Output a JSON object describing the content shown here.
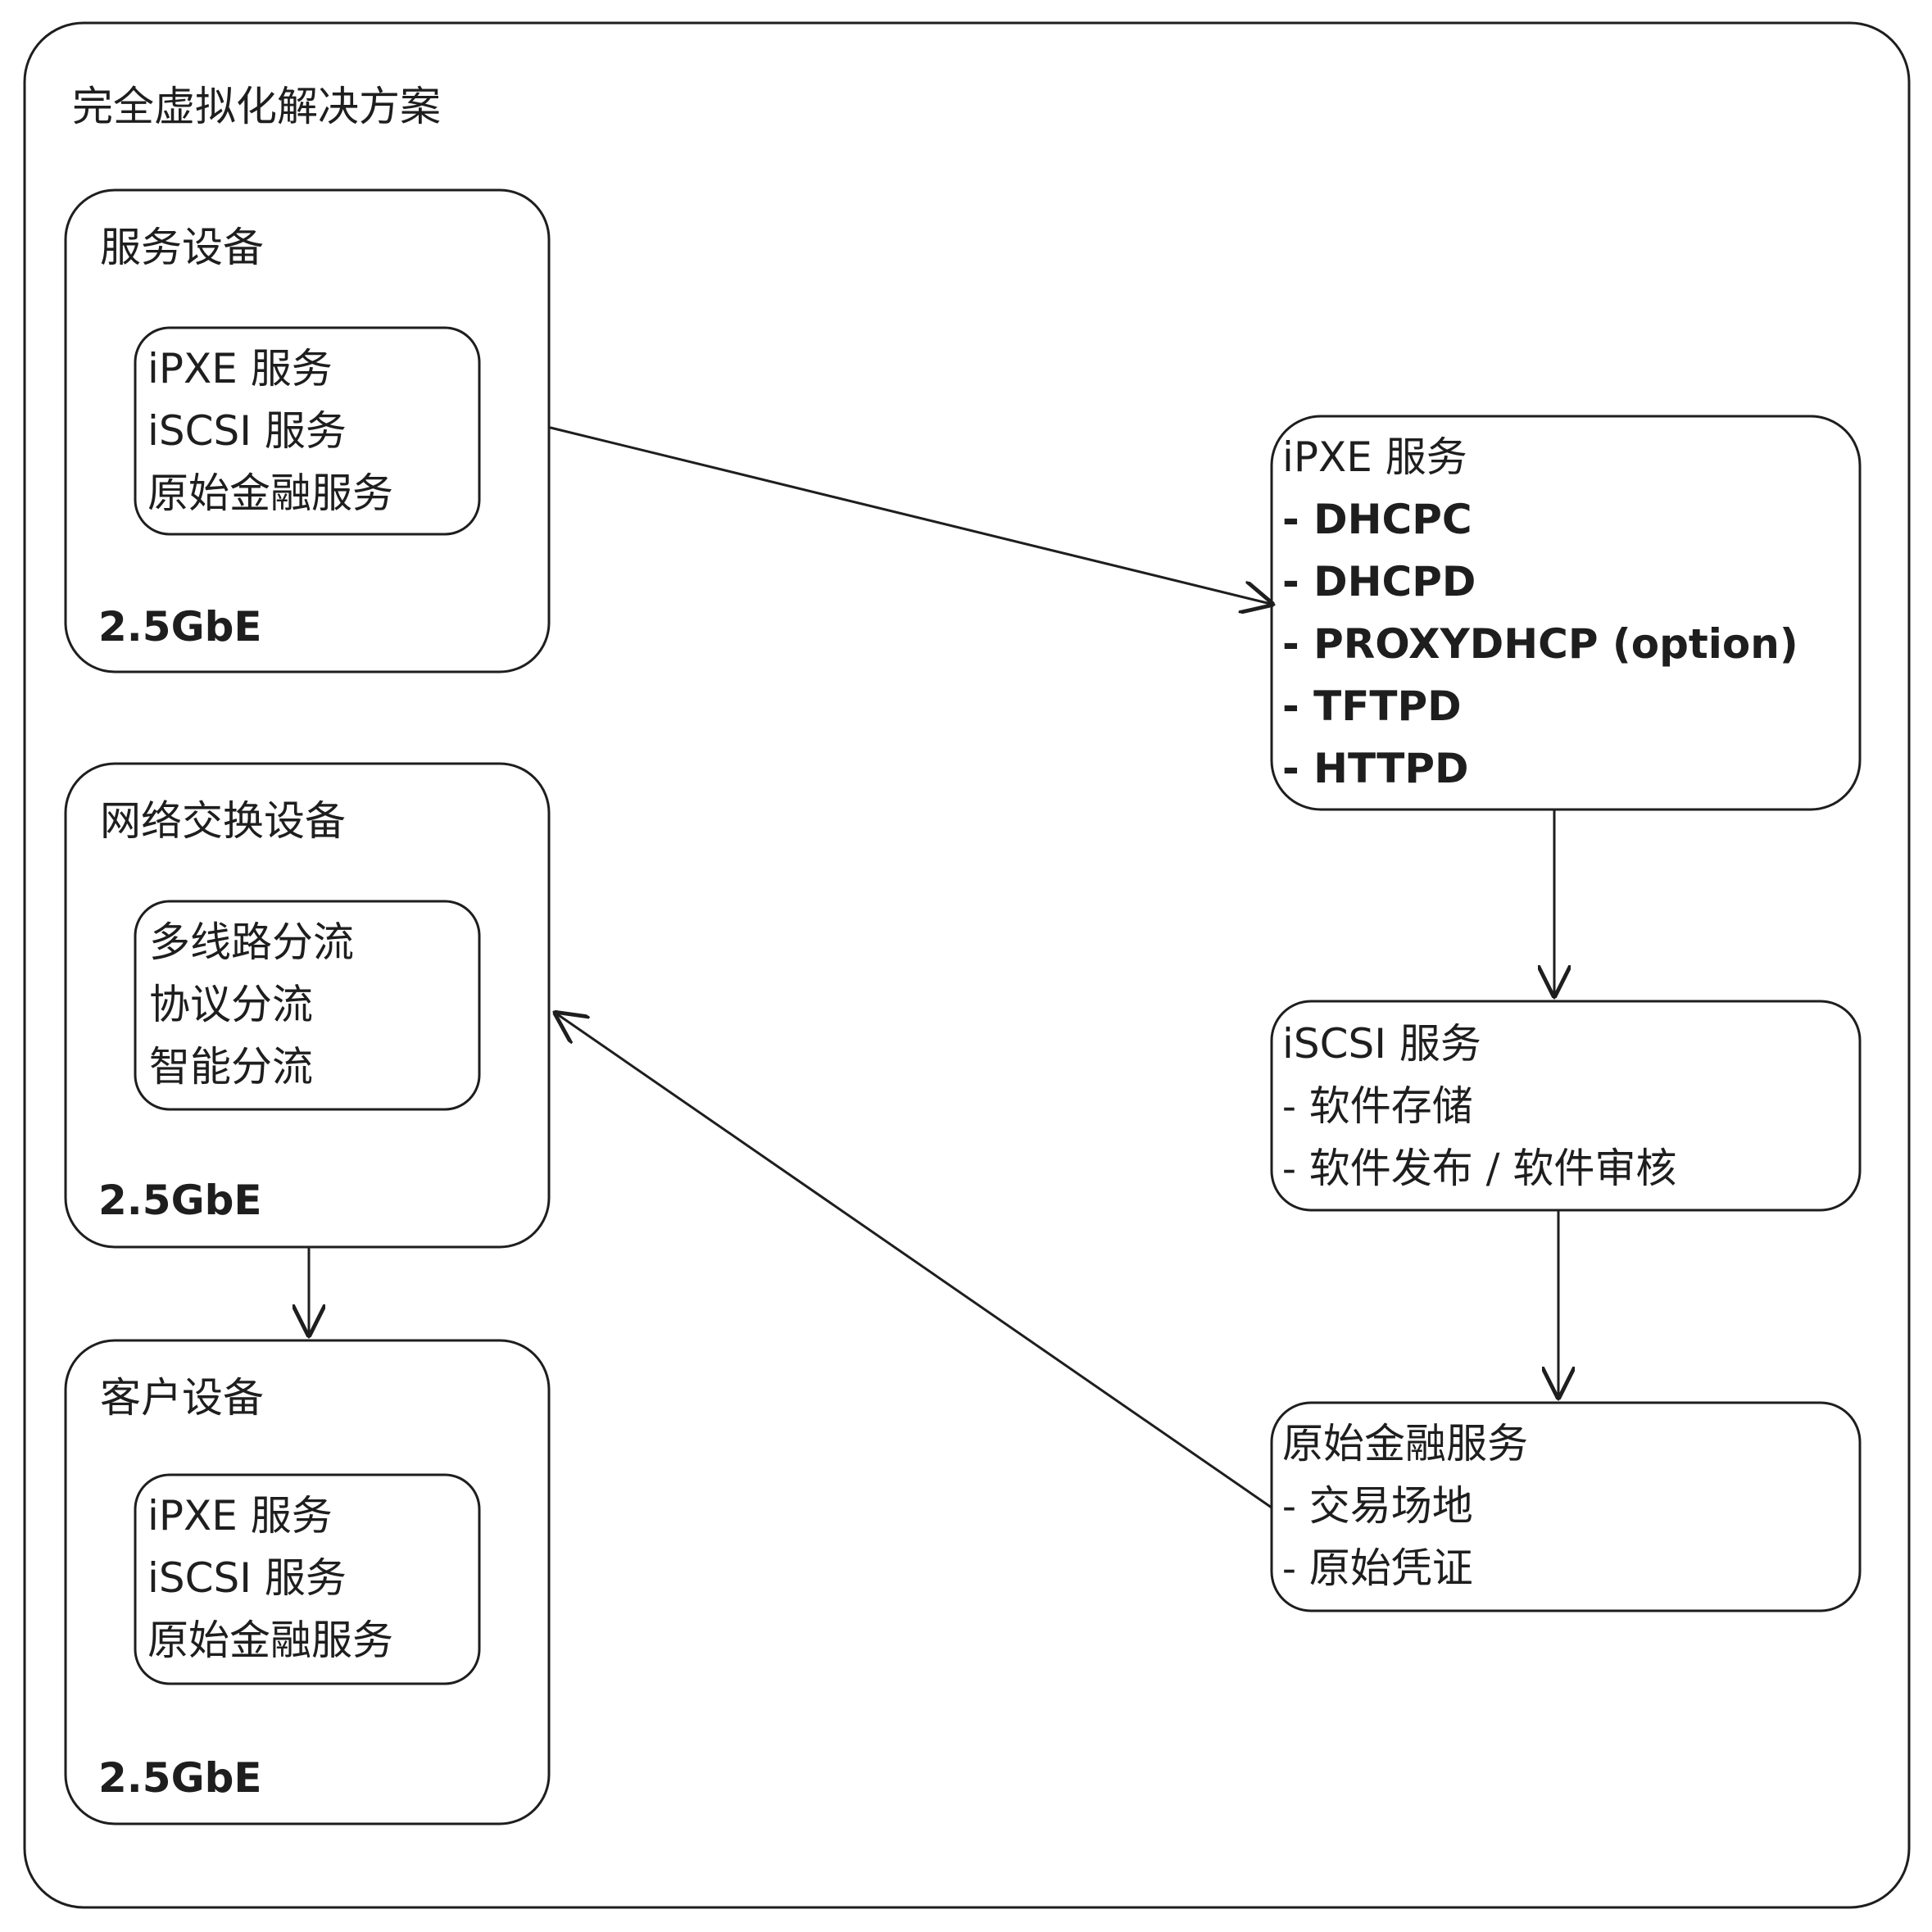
{
  "outer": {
    "title": "完全虚拟化解决方案"
  },
  "service_device": {
    "title": "服务设备",
    "inner": [
      "iPXE 服务",
      "iSCSI 服务",
      "原始金融服务"
    ],
    "speed": "2.5GbE"
  },
  "switch_device": {
    "title": "网络交换设备",
    "inner": [
      "多线路分流",
      "协议分流",
      "智能分流"
    ],
    "speed": "2.5GbE"
  },
  "client_device": {
    "title": "客户设备",
    "inner": [
      "iPXE 服务",
      "iSCSI 服务",
      "原始金融服务"
    ],
    "speed": "2.5GbE"
  },
  "ipxe_box": {
    "title": "iPXE 服务",
    "items": [
      "- DHCPC",
      "- DHCPD",
      "- PROXYDHCP (option)",
      "- TFTPD",
      "- HTTPD"
    ]
  },
  "iscsi_box": {
    "title": "iSCSI 服务",
    "items": [
      "- 软件存储",
      "- 软件发布 / 软件审核"
    ]
  },
  "finance_box": {
    "title": "原始金融服务",
    "items": [
      "- 交易场地",
      "- 原始凭证"
    ]
  },
  "colors": {
    "stroke": "#1e1e1e",
    "background": "#ffffff"
  }
}
